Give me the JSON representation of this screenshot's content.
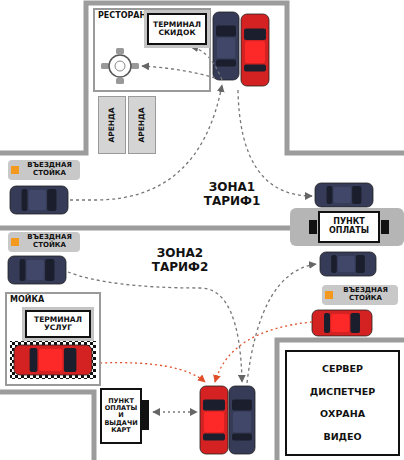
{
  "diagram": {
    "nodes": [
      {
        "text": [
          "РЕСТОРАН"
        ]
      },
      {
        "text": [
          "ТЕРМИНАЛ СКИДОК"
        ],
        "in": 0
      },
      {
        "text": [
          "АРЕНДА"
        ]
      },
      {
        "text": [
          "АРЕНДА"
        ]
      },
      {
        "text": [
          "ВЪЕЗДНАЯ СТОЙКА"
        ]
      },
      {
        "text": [
          "ПУНКТ ОПЛАТЫ"
        ]
      },
      {
        "text": [
          "ВЪЕЗДНАЯ СТОЙКА"
        ]
      },
      {
        "text": [
          "ВЪЕЗДНАЯ СТОЙКА"
        ]
      },
      {
        "text": [
          "МОЙКА"
        ]
      },
      {
        "text": [
          "ТЕРМИНАЛ УСЛУГ"
        ],
        "in": 8
      },
      {
        "text": [
          "ПУНКТ ОПЛАТЫ И ВЫДАЧИ КАРТ"
        ]
      },
      {
        "text": [
          "СЕРВЕР",
          "ДИСПЕТЧЕР",
          "ОХРАНА",
          "ВИДЕО"
        ]
      }
    ],
    "labels": [
      "ЗОНА1 ТАРИФ1",
      "ЗОНА2 ТАРИФ2"
    ]
  }
}
